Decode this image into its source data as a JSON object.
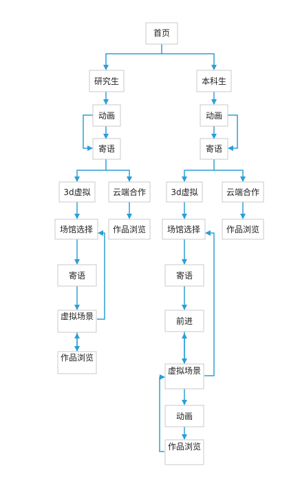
{
  "colors": {
    "edge": "#2a9fd6",
    "node_border": "#c9c9c9",
    "node_fill": "#ffffff",
    "text": "#222222"
  },
  "nodes": {
    "home": "首页",
    "grad": "研究生",
    "undergrad": "本科生",
    "g_anim": "动画",
    "g_msg": "寄语",
    "g_3d": "3d虚拟",
    "g_cloud": "云端合作",
    "g_venue": "场馆选择",
    "g_works_browse": "作品浏览",
    "g_msg2": "寄语",
    "g_vscene": "虚拟场景",
    "g_works2": "作品浏览",
    "u_anim": "动画",
    "u_msg": "寄语",
    "u_3d": "3d虚拟",
    "u_cloud": "云端合作",
    "u_venue": "场馆选择",
    "u_works_browse": "作品浏览",
    "u_msg2": "寄语",
    "u_forward": "前进",
    "u_vscene": "虚拟场景",
    "u_anim2": "动画",
    "u_works2": "作品浏览"
  }
}
